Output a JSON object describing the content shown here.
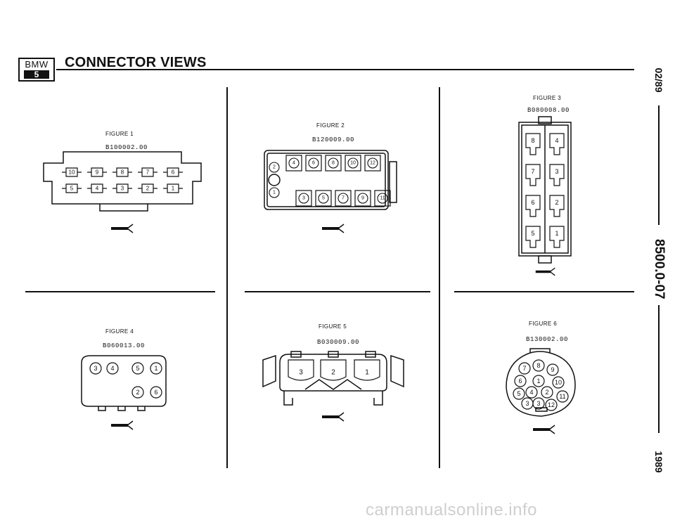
{
  "header": {
    "logo_brand": "BMW",
    "logo_series": "5",
    "title": "CONNECTOR VIEWS"
  },
  "side_margin": {
    "date": "02/89",
    "doc_number": "8500.0-07",
    "year": "1989"
  },
  "figures": [
    {
      "label": "FIGURE 1",
      "code": "B100002.00"
    },
    {
      "label": "FIGURE 2",
      "code": "B120009.00"
    },
    {
      "label": "FIGURE 3",
      "code": "B080008.00"
    },
    {
      "label": "FIGURE 4",
      "code": "B060013.00"
    },
    {
      "label": "FIGURE 5",
      "code": "B030009.00"
    },
    {
      "label": "FIGURE 6",
      "code": "B130002.00"
    }
  ],
  "figure1_pins": {
    "top": [
      "10",
      "9",
      "8",
      "7",
      "6"
    ],
    "bottom": [
      "5",
      "4",
      "3",
      "2",
      "1"
    ]
  },
  "figure2_pins": {
    "top": [
      "2",
      "4",
      "6",
      "8",
      "10",
      "12"
    ],
    "bottom": [
      "1",
      "3",
      "5",
      "7",
      "9",
      "11"
    ]
  },
  "figure3_pins": {
    "left": [
      "8",
      "7",
      "6",
      "5"
    ],
    "right": [
      "4",
      "3",
      "2",
      "1"
    ]
  },
  "figure4_pins": {
    "top": [
      "3",
      "4",
      "5",
      "1"
    ],
    "bottom": [
      "2",
      "6"
    ]
  },
  "figure5_pins": [
    "3",
    "2",
    "1"
  ],
  "figure6_pins": [
    "7",
    "8",
    "9",
    "6",
    "1",
    "10",
    "5",
    "4",
    "2",
    "11",
    "3",
    "3",
    "12"
  ],
  "watermark": "carmanualsonline.info"
}
